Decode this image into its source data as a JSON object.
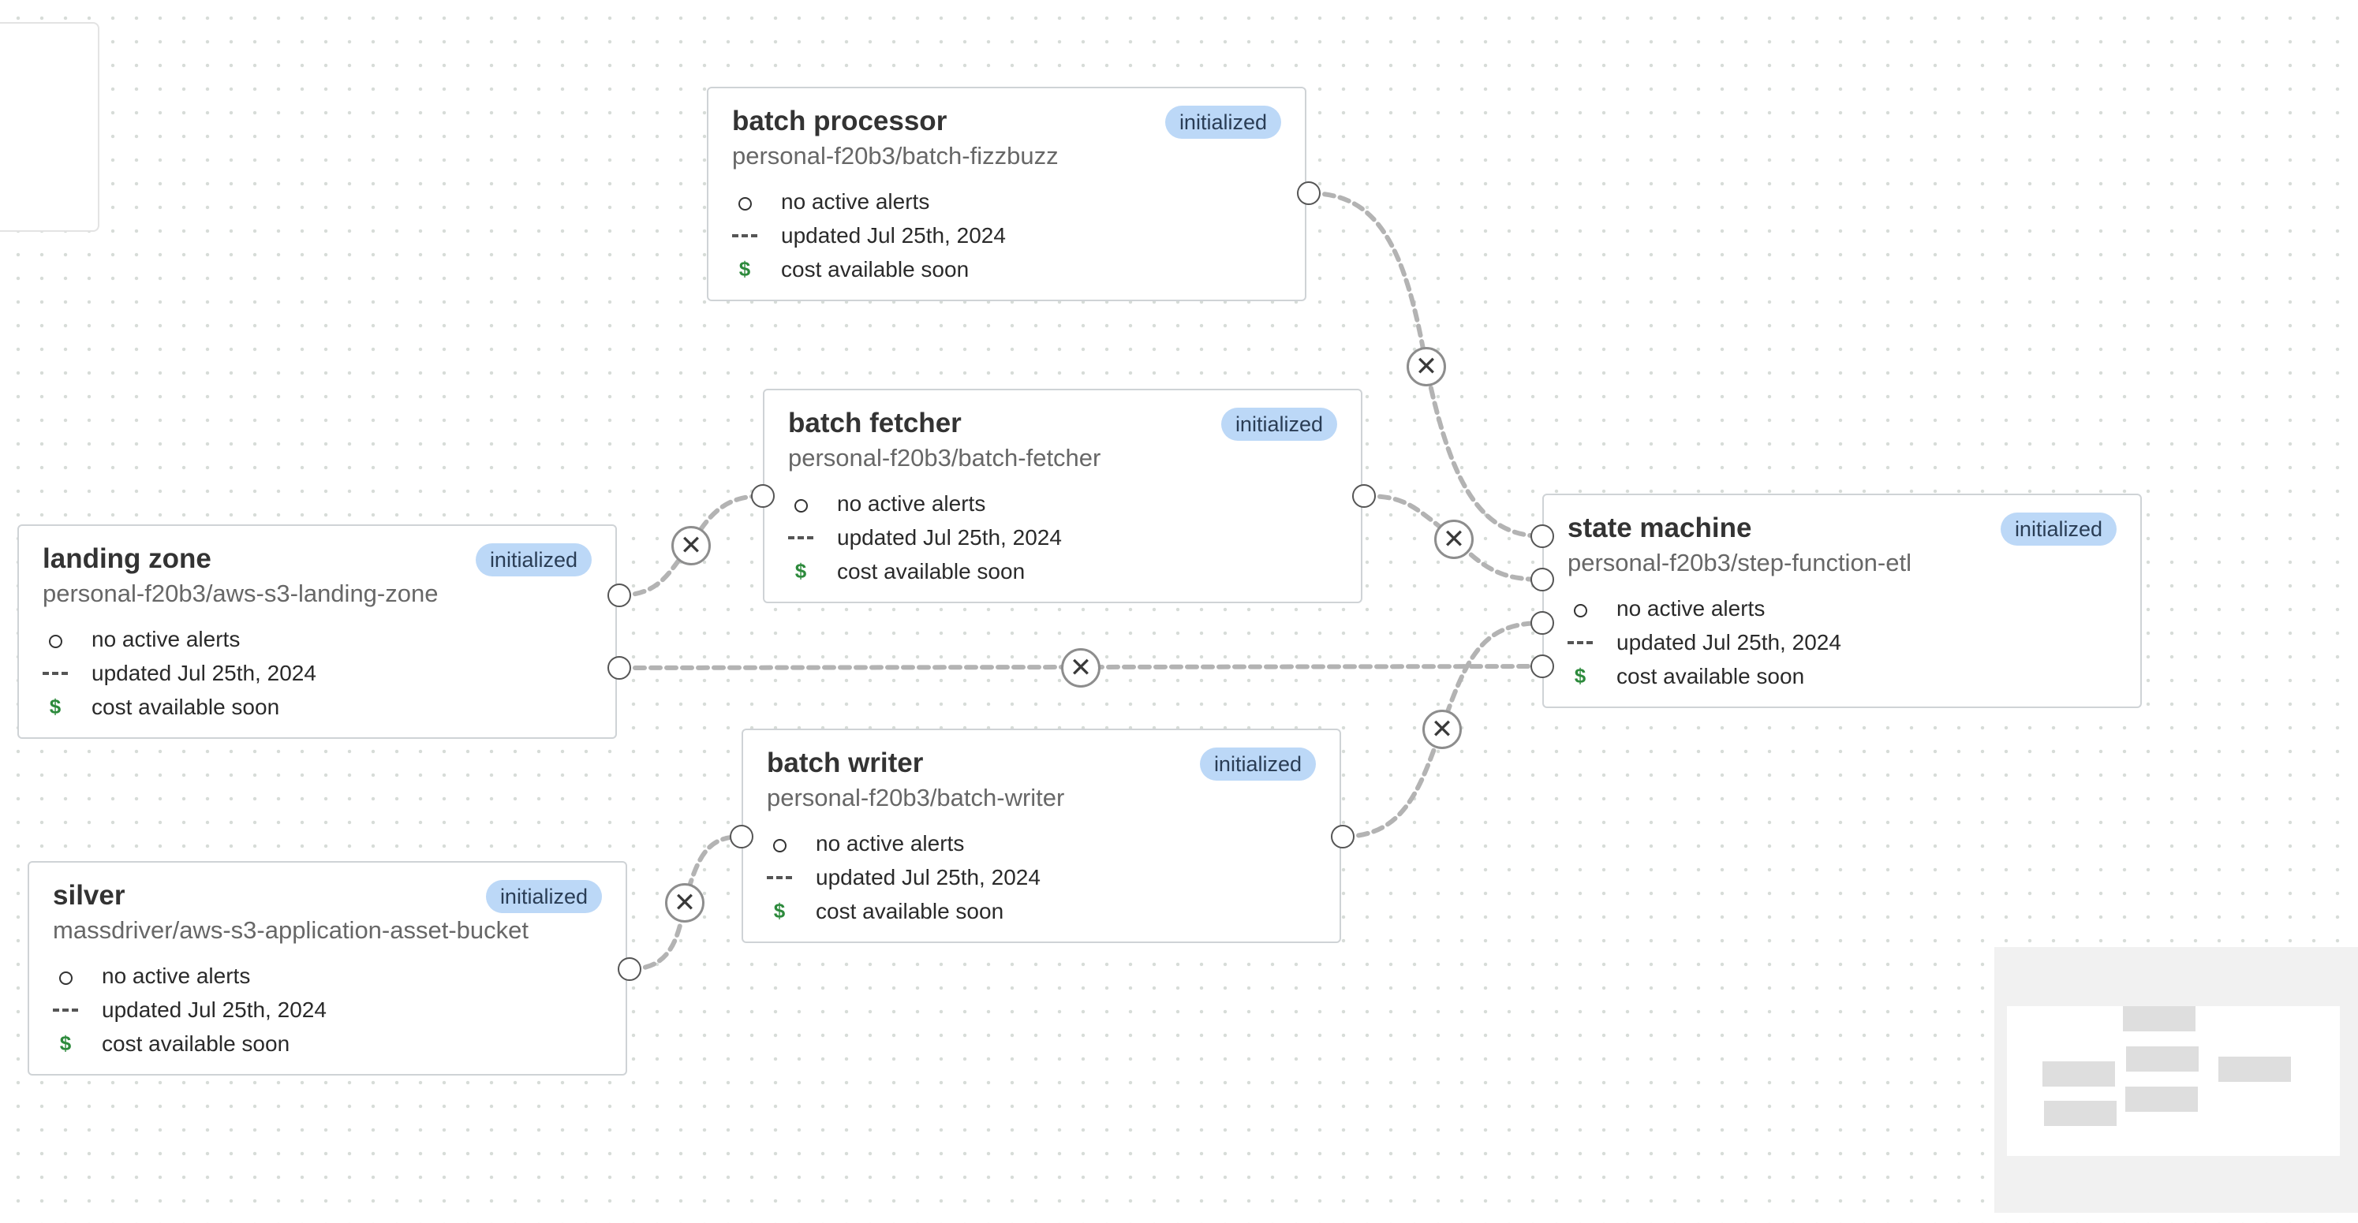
{
  "canvas": {
    "nodes": [
      {
        "id": "batch-processor",
        "title": "batch processor",
        "path": "personal-f20b3/batch-fizzbuzz",
        "status": "initialized",
        "alerts": "no active alerts",
        "updated": "updated Jul 25th, 2024",
        "cost": "cost available soon"
      },
      {
        "id": "batch-fetcher",
        "title": "batch fetcher",
        "path": "personal-f20b3/batch-fetcher",
        "status": "initialized",
        "alerts": "no active alerts",
        "updated": "updated Jul 25th, 2024",
        "cost": "cost available soon"
      },
      {
        "id": "landing-zone",
        "title": "landing zone",
        "path": "personal-f20b3/aws-s3-landing-zone",
        "status": "initialized",
        "alerts": "no active alerts",
        "updated": "updated Jul 25th, 2024",
        "cost": "cost available soon"
      },
      {
        "id": "state-machine",
        "title": "state machine",
        "path": "personal-f20b3/step-function-etl",
        "status": "initialized",
        "alerts": "no active alerts",
        "updated": "updated Jul 25th, 2024",
        "cost": "cost available soon"
      },
      {
        "id": "batch-writer",
        "title": "batch writer",
        "path": "personal-f20b3/batch-writer",
        "status": "initialized",
        "alerts": "no active alerts",
        "updated": "updated Jul 25th, 2024",
        "cost": "cost available soon"
      },
      {
        "id": "silver",
        "title": "silver",
        "path": "massdriver/aws-s3-application-asset-bucket",
        "status": "initialized",
        "alerts": "no active alerts",
        "updated": "updated Jul 25th, 2024",
        "cost": "cost available soon"
      }
    ],
    "edge_remove_symbol": "✕",
    "icons": {
      "alerts": "circle-icon",
      "updated": "dash-icon",
      "cost": "dollar-icon"
    },
    "cost_symbol": "$",
    "colors": {
      "badge_bg": "#bcd8f7",
      "edge": "#b3b3b3",
      "cost_icon": "#2d8a3c"
    }
  }
}
